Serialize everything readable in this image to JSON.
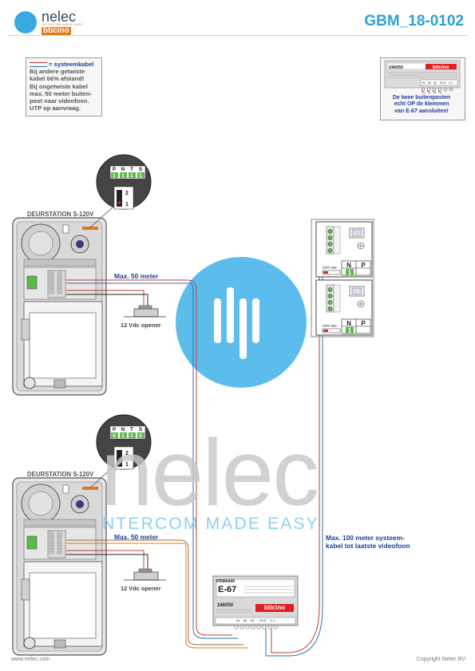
{
  "header": {
    "brand_name": "nelec",
    "brand_tagline": "INTERCOM MADE EASY",
    "brand_sub": "bticino",
    "doc_id": "GBM_18-0102"
  },
  "note": {
    "title": "= systeemkabel",
    "lines": [
      "Bij andere getwiste",
      "kabel 66% afstand!",
      "Bij ongetwiste kabel",
      "max. 50 meter buiten-",
      "post naar videofoon.",
      "UTP op aanvraag."
    ]
  },
  "warning": {
    "device_code": "246050",
    "brand": "bticino",
    "terminals": [
      "IN",
      "IN",
      "IN",
      "SCS",
      "2-1"
    ],
    "lines": [
      "De twee buitenposten",
      "echt OP de klemmen",
      "van E-67 aansluiten!"
    ]
  },
  "door_stations": [
    {
      "label": "DEURSTATION S-120V",
      "dip_header": [
        "P",
        "N",
        "T",
        "S"
      ],
      "dip_values": [
        "1",
        "1",
        "1",
        "1"
      ],
      "jumper": [
        "2",
        "1"
      ],
      "cable_label": "Max. 50 meter",
      "opener_label": "12 Vdc opener"
    },
    {
      "label": "DEURSTATION S-120V",
      "dip_header": [
        "P",
        "N",
        "T",
        "S"
      ],
      "dip_values": [
        "0",
        "1",
        "1",
        "0"
      ],
      "jumper": [
        "2",
        "1"
      ],
      "cable_label": "Max. 50 meter",
      "opener_label": "12 Vdc opener"
    }
  ],
  "videophones": [
    {
      "config_header": [
        "N",
        "P"
      ],
      "config_values": [
        "1",
        ""
      ],
      "switch_label": "OFF-ON"
    },
    {
      "config_header": [
        "N",
        "P"
      ],
      "config_values": [
        "1",
        ""
      ],
      "switch_label": "OFF-ON"
    }
  ],
  "power_supply": {
    "primary_label": "PRIMAIR",
    "model": "E-67",
    "code": "246050",
    "brand": "bticino",
    "terminals": [
      "IN",
      "IN",
      "IN",
      "SCS",
      "2-1"
    ]
  },
  "cable_note": [
    "Max. 100 meter systeem-",
    "kabel tot laatste videofoon"
  ],
  "footer": {
    "website": "www.nelec.com",
    "copyright": "Copyright Nelec BV"
  },
  "watermark": {
    "word": "nelec",
    "tagline": "NTERCOM MADE EASY"
  },
  "colors": {
    "accent": "#2f9fd8",
    "cable_red": "#c9392f",
    "cable_blue": "#2a6fb5",
    "cable_brown": "#9a6b3f",
    "text_navy": "#1f3f9a",
    "terminal_green": "#5fb84a",
    "brand_orange": "#e07a1f"
  }
}
